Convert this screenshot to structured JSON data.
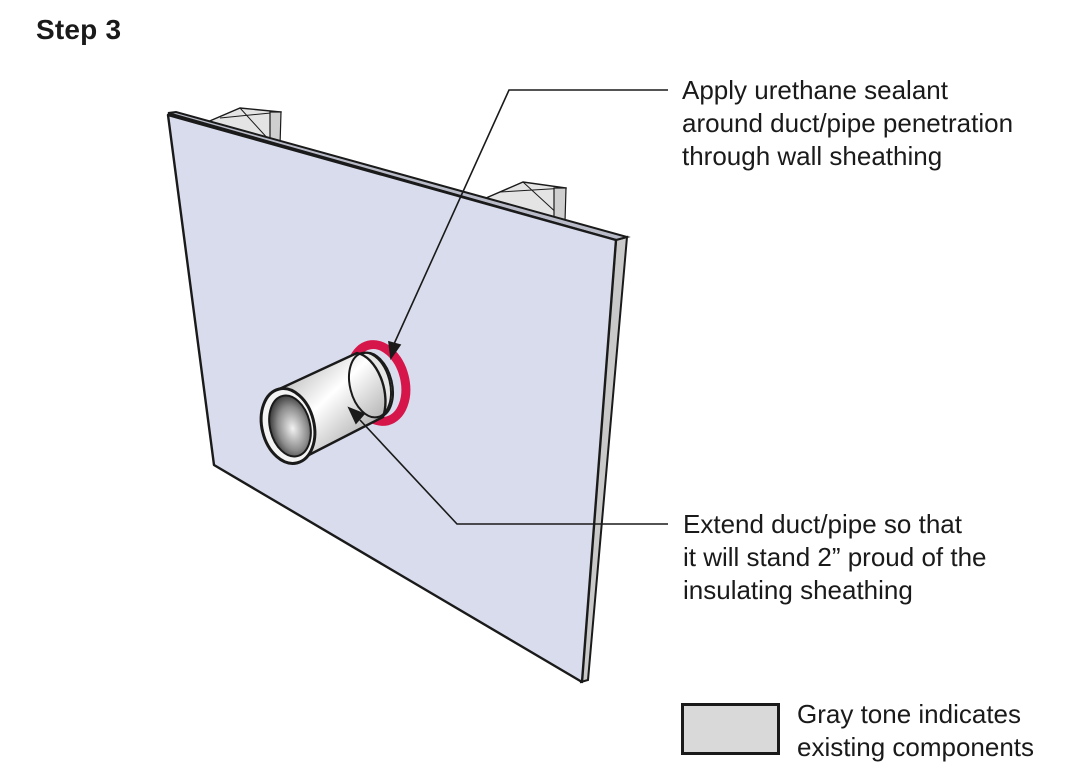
{
  "step_title": "Step 3",
  "callouts": {
    "sealant": {
      "lines": [
        "Apply urethane sealant",
        "around duct/pipe penetration",
        "through wall sheathing"
      ]
    },
    "extend": {
      "lines": [
        "Extend duct/pipe so that",
        "it will stand 2” proud of the",
        "insulating sheathing"
      ]
    }
  },
  "legend": {
    "lines": [
      "Gray tone indicates",
      "existing components"
    ],
    "swatch_color": "#d9d9d9"
  },
  "colors": {
    "sheathing": "#d8dcec",
    "sealant": "#d6164b",
    "outline": "#1a1a1a",
    "existing_gray": "#d9d9d9"
  }
}
